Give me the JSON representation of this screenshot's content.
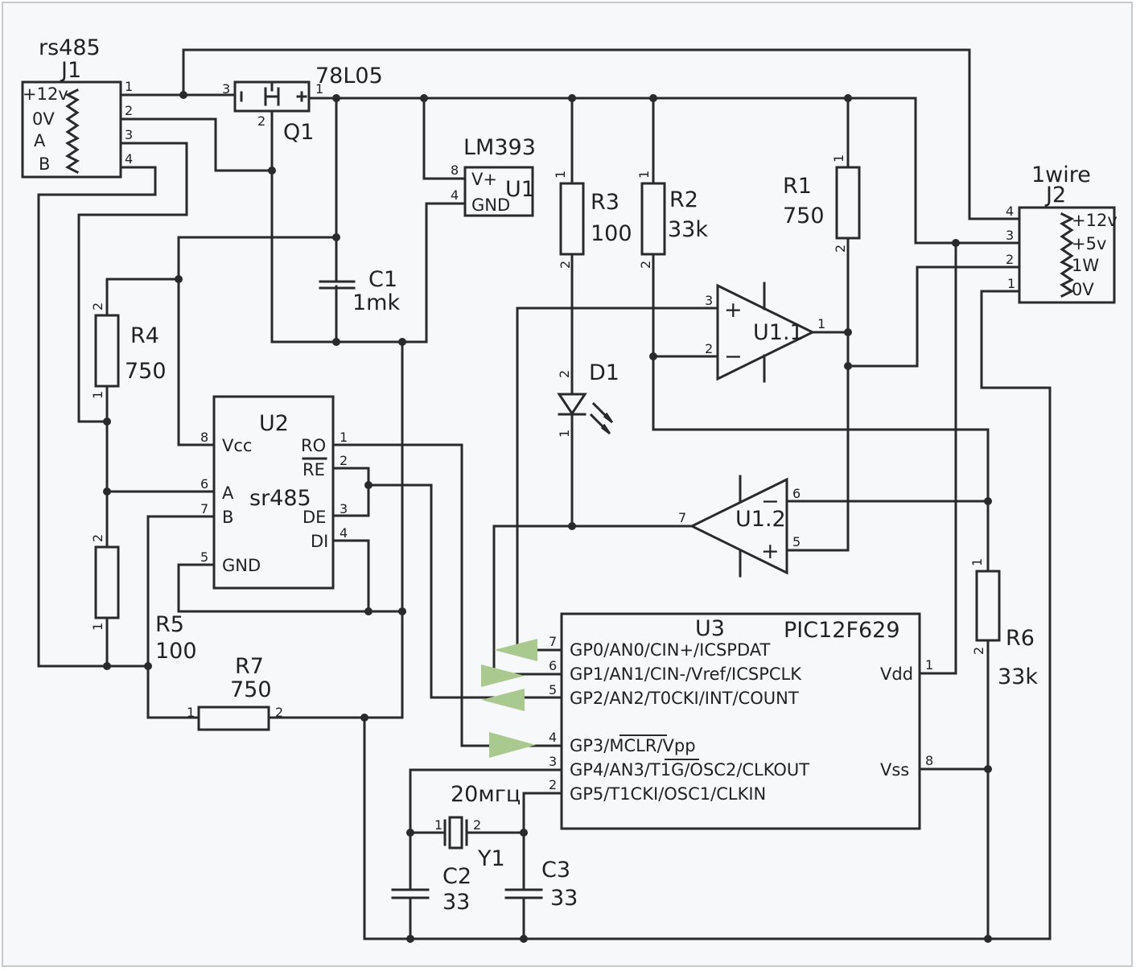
{
  "components": {
    "j1": {
      "title": "rs485",
      "ref": "J1",
      "pins": [
        "+12v",
        "0V",
        "A",
        "B"
      ],
      "nums": [
        "1",
        "2",
        "3",
        "4"
      ]
    },
    "j2": {
      "title": "1wire",
      "ref": "J2",
      "pins": [
        "+12v",
        "+5v",
        "1W",
        "0V"
      ],
      "nums": [
        "4",
        "3",
        "2",
        "1"
      ]
    },
    "q1": {
      "part": "78L05",
      "ref": "Q1",
      "pin_in": "3",
      "pin_out": "1",
      "pin_gnd": "2"
    },
    "lm393": {
      "part": "LM393",
      "ref": "U1",
      "vplus": "V+",
      "gnd": "GND",
      "pin8": "8",
      "pin4": "4"
    },
    "c1": {
      "ref": "C1",
      "value": "1mk"
    },
    "r3": {
      "ref": "R3",
      "value": "100"
    },
    "r2": {
      "ref": "R2",
      "value": "33k"
    },
    "r1": {
      "ref": "R1",
      "value": "750"
    },
    "r4": {
      "ref": "R4",
      "value": "750"
    },
    "r5": {
      "ref": "R5",
      "value": "100"
    },
    "r6": {
      "ref": "R6",
      "value": "33k"
    },
    "r7": {
      "ref": "R7",
      "value": "750"
    },
    "d1": {
      "ref": "D1"
    },
    "u1_1": {
      "ref": "U1.1",
      "plus": "+",
      "minus": "−",
      "pin_plus": "3",
      "pin_minus": "2",
      "pin_out": "1"
    },
    "u1_2": {
      "ref": "U1.2",
      "plus": "+",
      "minus": "−",
      "pin_minus": "6",
      "pin_plus": "5",
      "pin_out": "7"
    },
    "u2": {
      "ref": "U2",
      "part": "sr485",
      "left_pins": [
        {
          "num": "8",
          "name": "Vcc"
        },
        {
          "num": "6",
          "name": "A"
        },
        {
          "num": "7",
          "name": "B"
        },
        {
          "num": "5",
          "name": "GND"
        }
      ],
      "right_pins": [
        {
          "num": "1",
          "name": "RO"
        },
        {
          "num": "2",
          "name": "RE"
        },
        {
          "num": "3",
          "name": "DE"
        },
        {
          "num": "4",
          "name": "DI"
        }
      ]
    },
    "u3": {
      "ref": "U3",
      "part": "PIC12F629",
      "left_pins": [
        {
          "num": "7",
          "name": "GP0/AN0/CIN+/ICSPDAT"
        },
        {
          "num": "6",
          "name": "GP1/AN1/CIN-/Vref/ICSPCLK"
        },
        {
          "num": "5",
          "name": "GP2/AN2/T0CKI/INT/COUNT"
        },
        {
          "num": "4",
          "pre": "GP3/",
          "over": "MCLR",
          "post": "/Vpp"
        },
        {
          "num": "3",
          "pre": "GP4/AN3/",
          "over": "T1G",
          "post": "/OSC2/CLKOUT"
        },
        {
          "num": "2",
          "name": "GP5/T1CKI/OSC1/CLKIN"
        }
      ],
      "vdd": "Vdd",
      "vdd_num": "1",
      "vss": "Vss",
      "vss_num": "8"
    },
    "y1": {
      "ref": "Y1",
      "freq": "20мгц",
      "p1": "1",
      "p2": "2"
    },
    "c2": {
      "ref": "C2",
      "value": "33"
    },
    "c3": {
      "ref": "C3",
      "value": "33"
    }
  },
  "colors": {
    "wire": "#2a2a2a",
    "background": "#f7f8f9",
    "arrow": "#a9c98e"
  }
}
